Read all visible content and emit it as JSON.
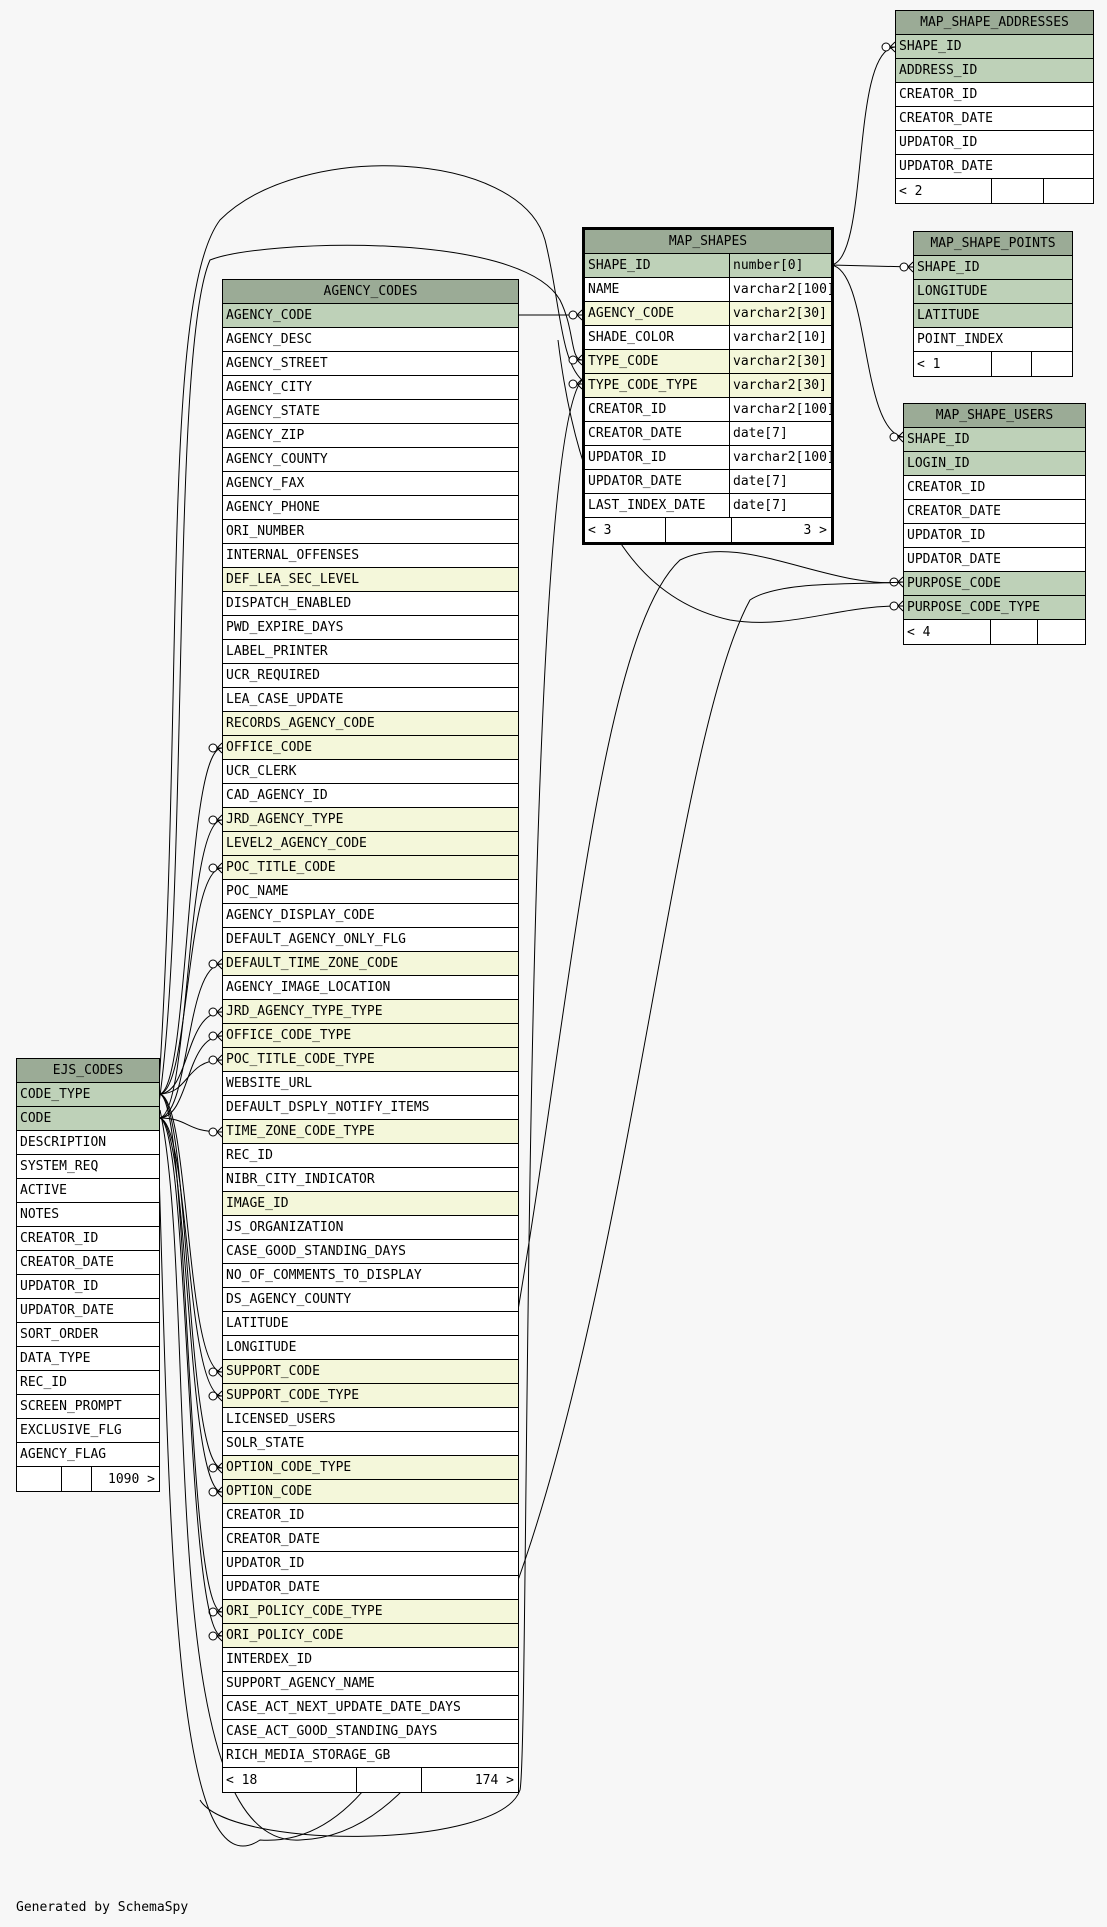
{
  "footer_text": "Generated by SchemaSpy",
  "colors": {
    "background": "#f7f7f7",
    "header": "#9bab96",
    "primary_key": "#bed1b8",
    "foreign_key": "#f4f7da",
    "plain": "#ffffff"
  },
  "tables": {
    "map_shape_addresses": {
      "name": "MAP_SHAPE_ADDRESSES",
      "columns": [
        {
          "name": "SHAPE_ID",
          "kind": "pk"
        },
        {
          "name": "ADDRESS_ID",
          "kind": "pk"
        },
        {
          "name": "CREATOR_ID",
          "kind": "plain"
        },
        {
          "name": "CREATOR_DATE",
          "kind": "plain"
        },
        {
          "name": "UPDATOR_ID",
          "kind": "plain"
        },
        {
          "name": "UPDATOR_DATE",
          "kind": "plain"
        }
      ],
      "footer": [
        "< 2",
        "",
        ""
      ]
    },
    "map_shapes": {
      "name": "MAP_SHAPES",
      "columns": [
        {
          "name": "SHAPE_ID",
          "type": "number[0]",
          "kind": "pk"
        },
        {
          "name": "NAME",
          "type": "varchar2[100]",
          "kind": "plain"
        },
        {
          "name": "AGENCY_CODE",
          "type": "varchar2[30]",
          "kind": "fk"
        },
        {
          "name": "SHADE_COLOR",
          "type": "varchar2[10]",
          "kind": "plain"
        },
        {
          "name": "TYPE_CODE",
          "type": "varchar2[30]",
          "kind": "fk"
        },
        {
          "name": "TYPE_CODE_TYPE",
          "type": "varchar2[30]",
          "kind": "fk"
        },
        {
          "name": "CREATOR_ID",
          "type": "varchar2[100]",
          "kind": "plain"
        },
        {
          "name": "CREATOR_DATE",
          "type": "date[7]",
          "kind": "plain"
        },
        {
          "name": "UPDATOR_ID",
          "type": "varchar2[100]",
          "kind": "plain"
        },
        {
          "name": "UPDATOR_DATE",
          "type": "date[7]",
          "kind": "plain"
        },
        {
          "name": "LAST_INDEX_DATE",
          "type": "date[7]",
          "kind": "plain"
        }
      ],
      "footer": [
        "< 3",
        "",
        "3 >"
      ]
    },
    "map_shape_points": {
      "name": "MAP_SHAPE_POINTS",
      "columns": [
        {
          "name": "SHAPE_ID",
          "kind": "pk"
        },
        {
          "name": "LONGITUDE",
          "kind": "pk"
        },
        {
          "name": "LATITUDE",
          "kind": "pk"
        },
        {
          "name": "POINT_INDEX",
          "kind": "plain"
        }
      ],
      "footer": [
        "< 1",
        "",
        ""
      ]
    },
    "map_shape_users": {
      "name": "MAP_SHAPE_USERS",
      "columns": [
        {
          "name": "SHAPE_ID",
          "kind": "pk"
        },
        {
          "name": "LOGIN_ID",
          "kind": "pk"
        },
        {
          "name": "CREATOR_ID",
          "kind": "plain"
        },
        {
          "name": "CREATOR_DATE",
          "kind": "plain"
        },
        {
          "name": "UPDATOR_ID",
          "kind": "plain"
        },
        {
          "name": "UPDATOR_DATE",
          "kind": "plain"
        },
        {
          "name": "PURPOSE_CODE",
          "kind": "pk"
        },
        {
          "name": "PURPOSE_CODE_TYPE",
          "kind": "pk"
        }
      ],
      "footer": [
        "< 4",
        "",
        ""
      ]
    },
    "agency_codes": {
      "name": "AGENCY_CODES",
      "columns": [
        {
          "name": "AGENCY_CODE",
          "kind": "pk"
        },
        {
          "name": "AGENCY_DESC",
          "kind": "plain"
        },
        {
          "name": "AGENCY_STREET",
          "kind": "plain"
        },
        {
          "name": "AGENCY_CITY",
          "kind": "plain"
        },
        {
          "name": "AGENCY_STATE",
          "kind": "plain"
        },
        {
          "name": "AGENCY_ZIP",
          "kind": "plain"
        },
        {
          "name": "AGENCY_COUNTY",
          "kind": "plain"
        },
        {
          "name": "AGENCY_FAX",
          "kind": "plain"
        },
        {
          "name": "AGENCY_PHONE",
          "kind": "plain"
        },
        {
          "name": "ORI_NUMBER",
          "kind": "plain"
        },
        {
          "name": "INTERNAL_OFFENSES",
          "kind": "plain"
        },
        {
          "name": "DEF_LEA_SEC_LEVEL",
          "kind": "fk"
        },
        {
          "name": "DISPATCH_ENABLED",
          "kind": "plain"
        },
        {
          "name": "PWD_EXPIRE_DAYS",
          "kind": "plain"
        },
        {
          "name": "LABEL_PRINTER",
          "kind": "plain"
        },
        {
          "name": "UCR_REQUIRED",
          "kind": "plain"
        },
        {
          "name": "LEA_CASE_UPDATE",
          "kind": "plain"
        },
        {
          "name": "RECORDS_AGENCY_CODE",
          "kind": "fk"
        },
        {
          "name": "OFFICE_CODE",
          "kind": "fk"
        },
        {
          "name": "UCR_CLERK",
          "kind": "plain"
        },
        {
          "name": "CAD_AGENCY_ID",
          "kind": "plain"
        },
        {
          "name": "JRD_AGENCY_TYPE",
          "kind": "fk"
        },
        {
          "name": "LEVEL2_AGENCY_CODE",
          "kind": "fk"
        },
        {
          "name": "POC_TITLE_CODE",
          "kind": "fk"
        },
        {
          "name": "POC_NAME",
          "kind": "plain"
        },
        {
          "name": "AGENCY_DISPLAY_CODE",
          "kind": "plain"
        },
        {
          "name": "DEFAULT_AGENCY_ONLY_FLG",
          "kind": "plain"
        },
        {
          "name": "DEFAULT_TIME_ZONE_CODE",
          "kind": "fk"
        },
        {
          "name": "AGENCY_IMAGE_LOCATION",
          "kind": "plain"
        },
        {
          "name": "JRD_AGENCY_TYPE_TYPE",
          "kind": "fk"
        },
        {
          "name": "OFFICE_CODE_TYPE",
          "kind": "fk"
        },
        {
          "name": "POC_TITLE_CODE_TYPE",
          "kind": "fk"
        },
        {
          "name": "WEBSITE_URL",
          "kind": "plain"
        },
        {
          "name": "DEFAULT_DSPLY_NOTIFY_ITEMS",
          "kind": "plain"
        },
        {
          "name": "TIME_ZONE_CODE_TYPE",
          "kind": "fk"
        },
        {
          "name": "REC_ID",
          "kind": "plain"
        },
        {
          "name": "NIBR_CITY_INDICATOR",
          "kind": "plain"
        },
        {
          "name": "IMAGE_ID",
          "kind": "fk"
        },
        {
          "name": "JS_ORGANIZATION",
          "kind": "plain"
        },
        {
          "name": "CASE_GOOD_STANDING_DAYS",
          "kind": "plain"
        },
        {
          "name": "NO_OF_COMMENTS_TO_DISPLAY",
          "kind": "plain"
        },
        {
          "name": "DS_AGENCY_COUNTY",
          "kind": "plain"
        },
        {
          "name": "LATITUDE",
          "kind": "plain"
        },
        {
          "name": "LONGITUDE",
          "kind": "plain"
        },
        {
          "name": "SUPPORT_CODE",
          "kind": "fk"
        },
        {
          "name": "SUPPORT_CODE_TYPE",
          "kind": "fk"
        },
        {
          "name": "LICENSED_USERS",
          "kind": "plain"
        },
        {
          "name": "SOLR_STATE",
          "kind": "plain"
        },
        {
          "name": "OPTION_CODE_TYPE",
          "kind": "fk"
        },
        {
          "name": "OPTION_CODE",
          "kind": "fk"
        },
        {
          "name": "CREATOR_ID",
          "kind": "plain"
        },
        {
          "name": "CREATOR_DATE",
          "kind": "plain"
        },
        {
          "name": "UPDATOR_ID",
          "kind": "plain"
        },
        {
          "name": "UPDATOR_DATE",
          "kind": "plain"
        },
        {
          "name": "ORI_POLICY_CODE_TYPE",
          "kind": "fk"
        },
        {
          "name": "ORI_POLICY_CODE",
          "kind": "fk"
        },
        {
          "name": "INTERDEX_ID",
          "kind": "plain"
        },
        {
          "name": "SUPPORT_AGENCY_NAME",
          "kind": "plain"
        },
        {
          "name": "CASE_ACT_NEXT_UPDATE_DATE_DAYS",
          "kind": "plain"
        },
        {
          "name": "CASE_ACT_GOOD_STANDING_DAYS",
          "kind": "plain"
        },
        {
          "name": "RICH_MEDIA_STORAGE_GB",
          "kind": "plain"
        }
      ],
      "footer": [
        "< 18",
        "",
        "174 >"
      ]
    },
    "ejs_codes": {
      "name": "EJS_CODES",
      "columns": [
        {
          "name": "CODE_TYPE",
          "kind": "pk"
        },
        {
          "name": "CODE",
          "kind": "pk"
        },
        {
          "name": "DESCRIPTION",
          "kind": "plain"
        },
        {
          "name": "SYSTEM_REQ",
          "kind": "plain"
        },
        {
          "name": "ACTIVE",
          "kind": "plain"
        },
        {
          "name": "NOTES",
          "kind": "plain"
        },
        {
          "name": "CREATOR_ID",
          "kind": "plain"
        },
        {
          "name": "CREATOR_DATE",
          "kind": "plain"
        },
        {
          "name": "UPDATOR_ID",
          "kind": "plain"
        },
        {
          "name": "UPDATOR_DATE",
          "kind": "plain"
        },
        {
          "name": "SORT_ORDER",
          "kind": "plain"
        },
        {
          "name": "DATA_TYPE",
          "kind": "plain"
        },
        {
          "name": "REC_ID",
          "kind": "plain"
        },
        {
          "name": "SCREEN_PROMPT",
          "kind": "plain"
        },
        {
          "name": "EXCLUSIVE_FLG",
          "kind": "plain"
        },
        {
          "name": "AGENCY_FLAG",
          "kind": "plain"
        }
      ],
      "footer": [
        "",
        "",
        "1090 >"
      ]
    }
  }
}
